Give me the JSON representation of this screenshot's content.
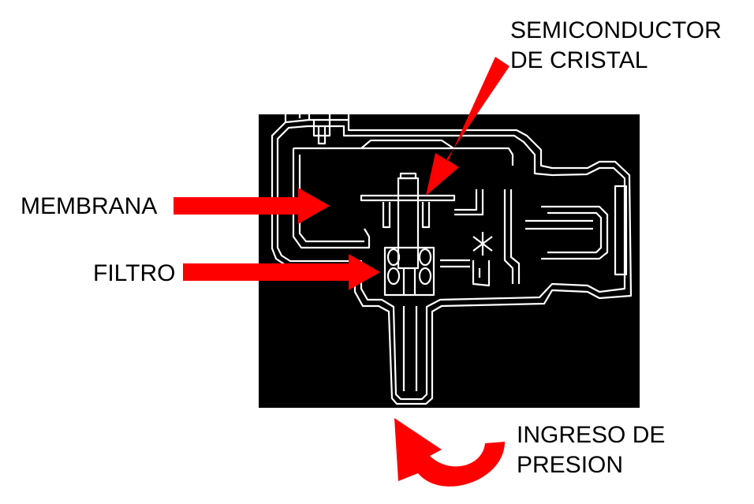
{
  "labels": {
    "semiconductor": {
      "line1": "SEMICONDUCTOR",
      "line2": "DE CRISTAL"
    },
    "membrana": "MEMBRANA",
    "filtro": "FILTRO",
    "ingreso": {
      "line1": "INGRESO DE",
      "line2": "PRESION"
    }
  },
  "colors": {
    "background": "#ffffff",
    "panel": "#000000",
    "outline": "#ffffff",
    "arrow": "#ff0000",
    "text": "#000000"
  }
}
